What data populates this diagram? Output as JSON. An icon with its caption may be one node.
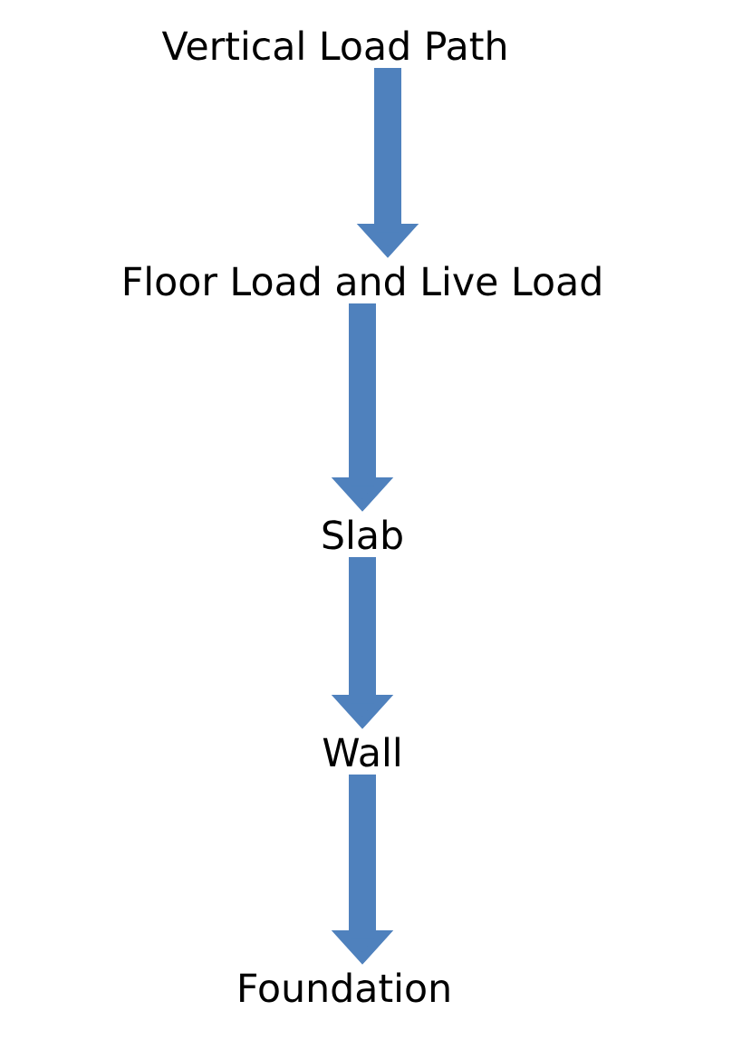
{
  "diagram": {
    "nodes": [
      {
        "text": [
          "Vertical Load Path"
        ]
      },
      {
        "text": [
          "Floor Load and Live Load"
        ]
      },
      {
        "text": [
          "Slab"
        ]
      },
      {
        "text": [
          "Wall"
        ]
      },
      {
        "text": [
          "Foundation"
        ]
      }
    ],
    "edges": [
      {
        "from": 0,
        "to": 1,
        "arrow": "to"
      },
      {
        "from": 1,
        "to": 2,
        "arrow": "to"
      },
      {
        "from": 2,
        "to": 3,
        "arrow": "to"
      },
      {
        "from": 3,
        "to": 4,
        "arrow": "to"
      }
    ]
  }
}
